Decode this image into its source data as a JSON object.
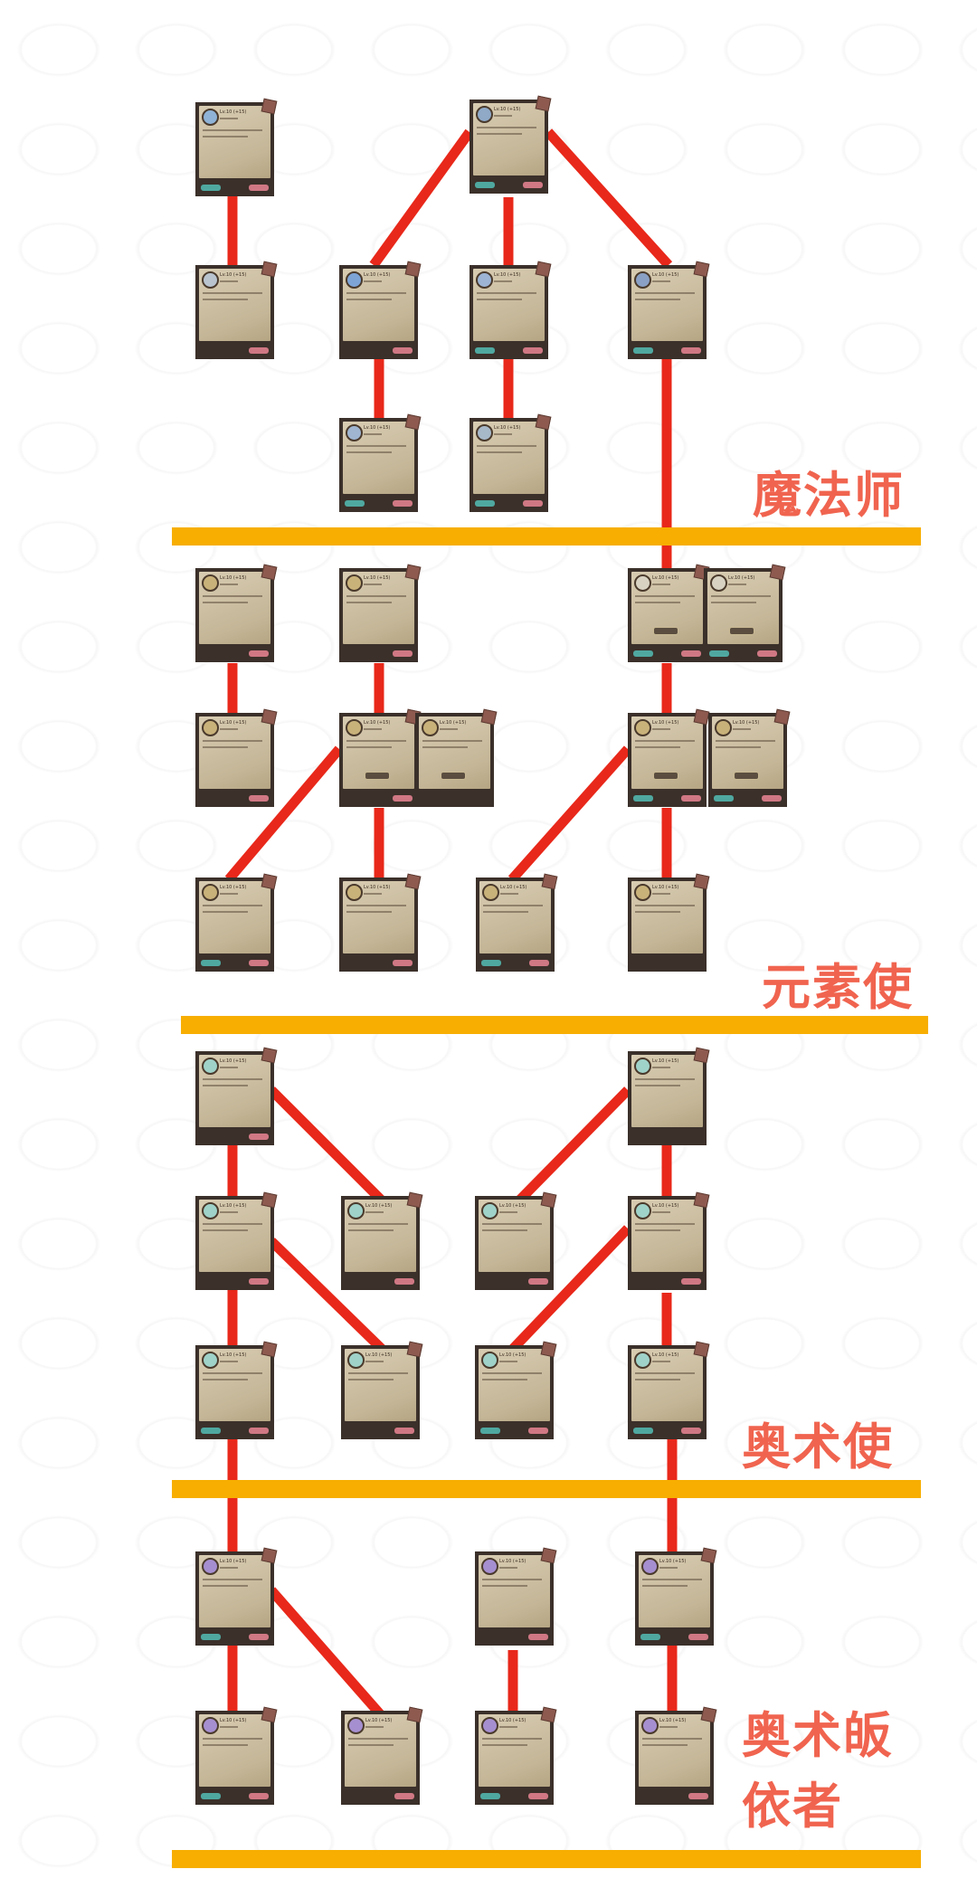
{
  "colors": {
    "link": "#e8281a",
    "divider": "#f7ae00",
    "label": "#f0644f"
  },
  "sections": [
    {
      "label": "魔法师"
    },
    {
      "label": "元素使"
    },
    {
      "label": "奥术使"
    },
    {
      "label": "奥术皈依者"
    }
  ],
  "card_level_text": "Lv.10 (+15)",
  "cards": [
    {
      "icon_color": "#8fb3d6",
      "buttons": "both"
    },
    {
      "icon_color": "#8fa9c7",
      "buttons": "both"
    },
    {
      "icon_color": "#b9c4cf",
      "buttons": "right"
    },
    {
      "icon_color": "#7ea4d6",
      "buttons": "right"
    },
    {
      "icon_color": "#9db4d4",
      "buttons": "both"
    },
    {
      "icon_color": "#8aa0c4",
      "buttons": "both"
    },
    {
      "icon_color": "#9fb5d0",
      "buttons": "both"
    },
    {
      "icon_color": "#a7b8c9",
      "buttons": "both"
    },
    {
      "icon_color": "#c9b27a",
      "buttons": "right"
    },
    {
      "icon_color": "#c9b27a",
      "buttons": "right"
    },
    {
      "icon_color": "#d8d2c2",
      "buttons": "both",
      "middle": true
    },
    {
      "icon_color": "#d8d2c2",
      "buttons": "both",
      "middle": true
    },
    {
      "icon_color": "#c9b27a",
      "buttons": "right"
    },
    {
      "icon_color": "#c9b27a",
      "buttons": "right",
      "middle": true
    },
    {
      "icon_color": "#c9b27a",
      "buttons": "none",
      "middle": true
    },
    {
      "icon_color": "#c9b27a",
      "buttons": "both",
      "middle": true
    },
    {
      "icon_color": "#c9b27a",
      "buttons": "both",
      "middle": true
    },
    {
      "icon_color": "#c9b27a",
      "buttons": "both"
    },
    {
      "icon_color": "#c9b27a",
      "buttons": "right"
    },
    {
      "icon_color": "#c9b27a",
      "buttons": "both"
    },
    {
      "icon_color": "#c9b27a",
      "buttons": "none"
    },
    {
      "icon_color": "#9fd2c9",
      "buttons": "right"
    },
    {
      "icon_color": "#9fd2c9",
      "buttons": "none"
    },
    {
      "icon_color": "#9fd2c9",
      "buttons": "right"
    },
    {
      "icon_color": "#9fd2c9",
      "buttons": "right"
    },
    {
      "icon_color": "#9fd2c9",
      "buttons": "right"
    },
    {
      "icon_color": "#9fd2c9",
      "buttons": "right"
    },
    {
      "icon_color": "#9fd2c9",
      "buttons": "both"
    },
    {
      "icon_color": "#9fd2c9",
      "buttons": "right"
    },
    {
      "icon_color": "#9fd2c9",
      "buttons": "both"
    },
    {
      "icon_color": "#9fd2c9",
      "buttons": "both"
    },
    {
      "icon_color": "#a68fd0",
      "buttons": "both"
    },
    {
      "icon_color": "#a68fd0",
      "buttons": "right"
    },
    {
      "icon_color": "#a68fd0",
      "buttons": "both"
    },
    {
      "icon_color": "#a68fd0",
      "buttons": "both"
    },
    {
      "icon_color": "#a68fd0",
      "buttons": "right"
    },
    {
      "icon_color": "#a68fd0",
      "buttons": "both"
    },
    {
      "icon_color": "#a68fd0",
      "buttons": "right"
    }
  ]
}
